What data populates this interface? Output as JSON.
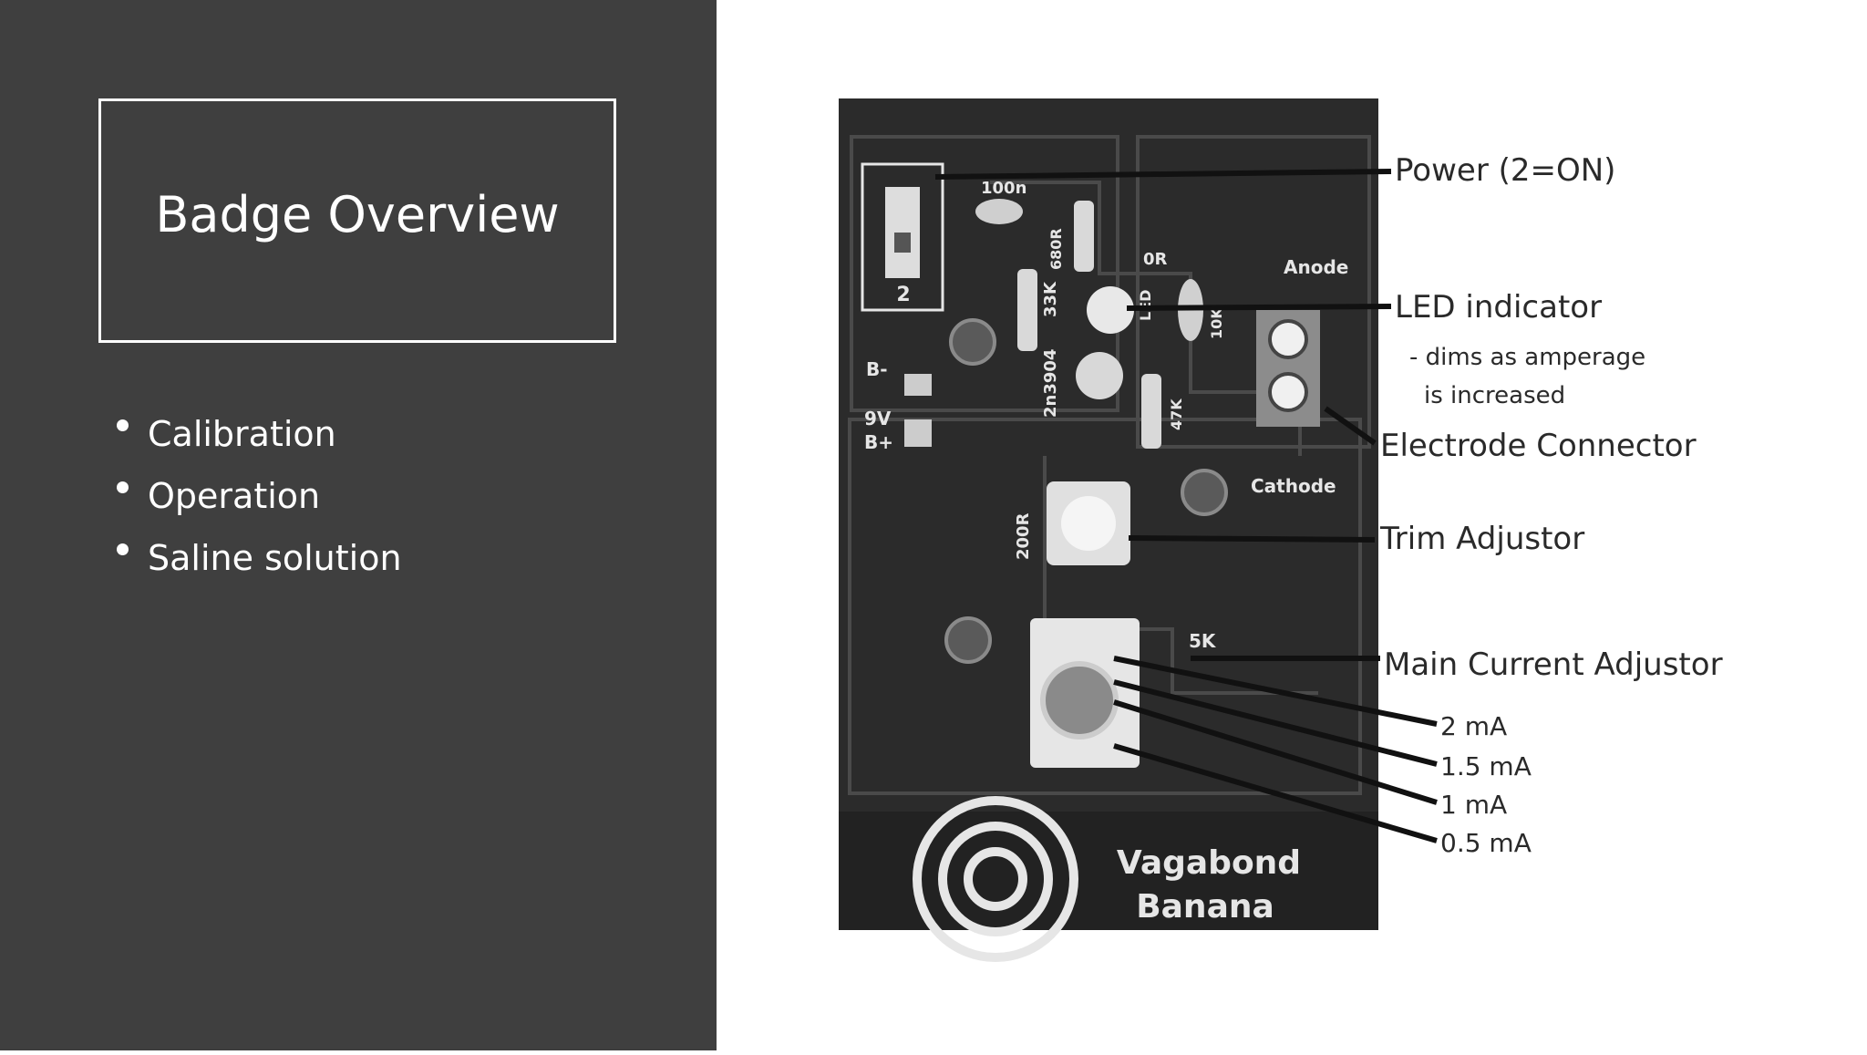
{
  "slide": {
    "title": "Badge Overview",
    "bullets": [
      "Calibration",
      "Operation",
      "Saline solution"
    ]
  },
  "figure": {
    "callouts": {
      "power": "Power (2=ON)",
      "led": "LED indicator",
      "led_note_1": "- dims as amperage",
      "led_note_2": "is increased",
      "electrode": "Electrode Connector",
      "trim": "Trim Adjustor",
      "main_current": "Main Current Adjustor",
      "current_levels": [
        "2 mA",
        "1.5 mA",
        "1 mA",
        "0.5 mA"
      ]
    },
    "board_labels": {
      "switch_pos": "2",
      "cap": "100n",
      "res_top": "680R",
      "zero": "0R",
      "anode": "Anode",
      "res_33k": "33K",
      "res_10k": "10K",
      "led": "LED",
      "b_minus": "B-",
      "nine_v": "9V",
      "b_plus": "B+",
      "transistor": "2n3904",
      "res_47": "47K",
      "cathode": "Cathode",
      "trim_val": "200R",
      "pot_val": "5K",
      "brand_1": "Vagabond",
      "brand_2": "Banana"
    }
  },
  "colors": {
    "panel": "#3f3f3f",
    "board": "#2b2b2b",
    "trace": "#4a4a4a",
    "silkscreen": "#e6e6e6",
    "callout_line": "#111111"
  }
}
